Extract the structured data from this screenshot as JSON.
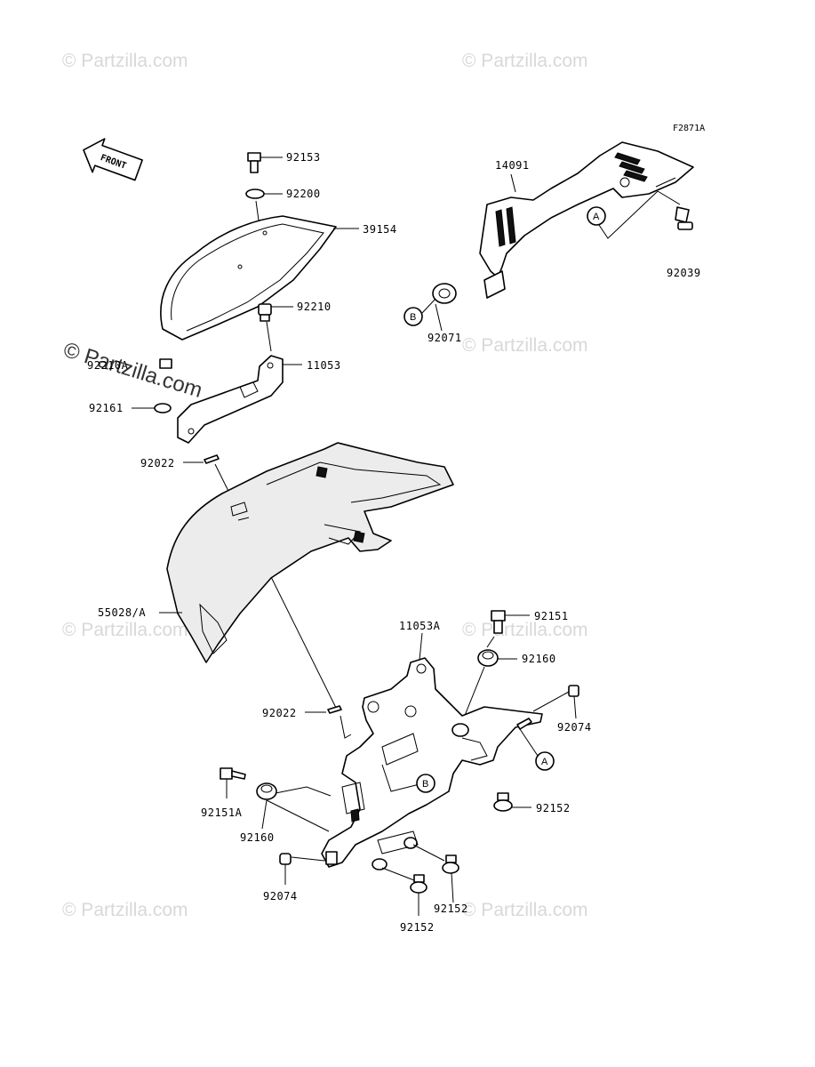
{
  "diagram": {
    "figure_code": "F2871A",
    "front_label": "FRONT",
    "watermark": "© Partzilla.com",
    "callout_a": "A",
    "callout_b": "B"
  },
  "labels": {
    "p92153": "92153",
    "p92200": "92200",
    "p39154": "39154",
    "p92210": "92210",
    "p11053": "11053",
    "p92210a": "92210A",
    "p92161": "92161",
    "p92022_top": "92022",
    "p55028a": "55028/A",
    "p14091": "14091",
    "p92039": "92039",
    "p92071": "92071",
    "p92151": "92151",
    "p11053a": "11053A",
    "p92160_top": "92160",
    "p92074_right": "92074",
    "p92022_low": "92022",
    "p92152_right": "92152",
    "p92151a": "92151A",
    "p92160_low": "92160",
    "p92074_low": "92074",
    "p92152_mid": "92152",
    "p92152_low": "92152"
  }
}
